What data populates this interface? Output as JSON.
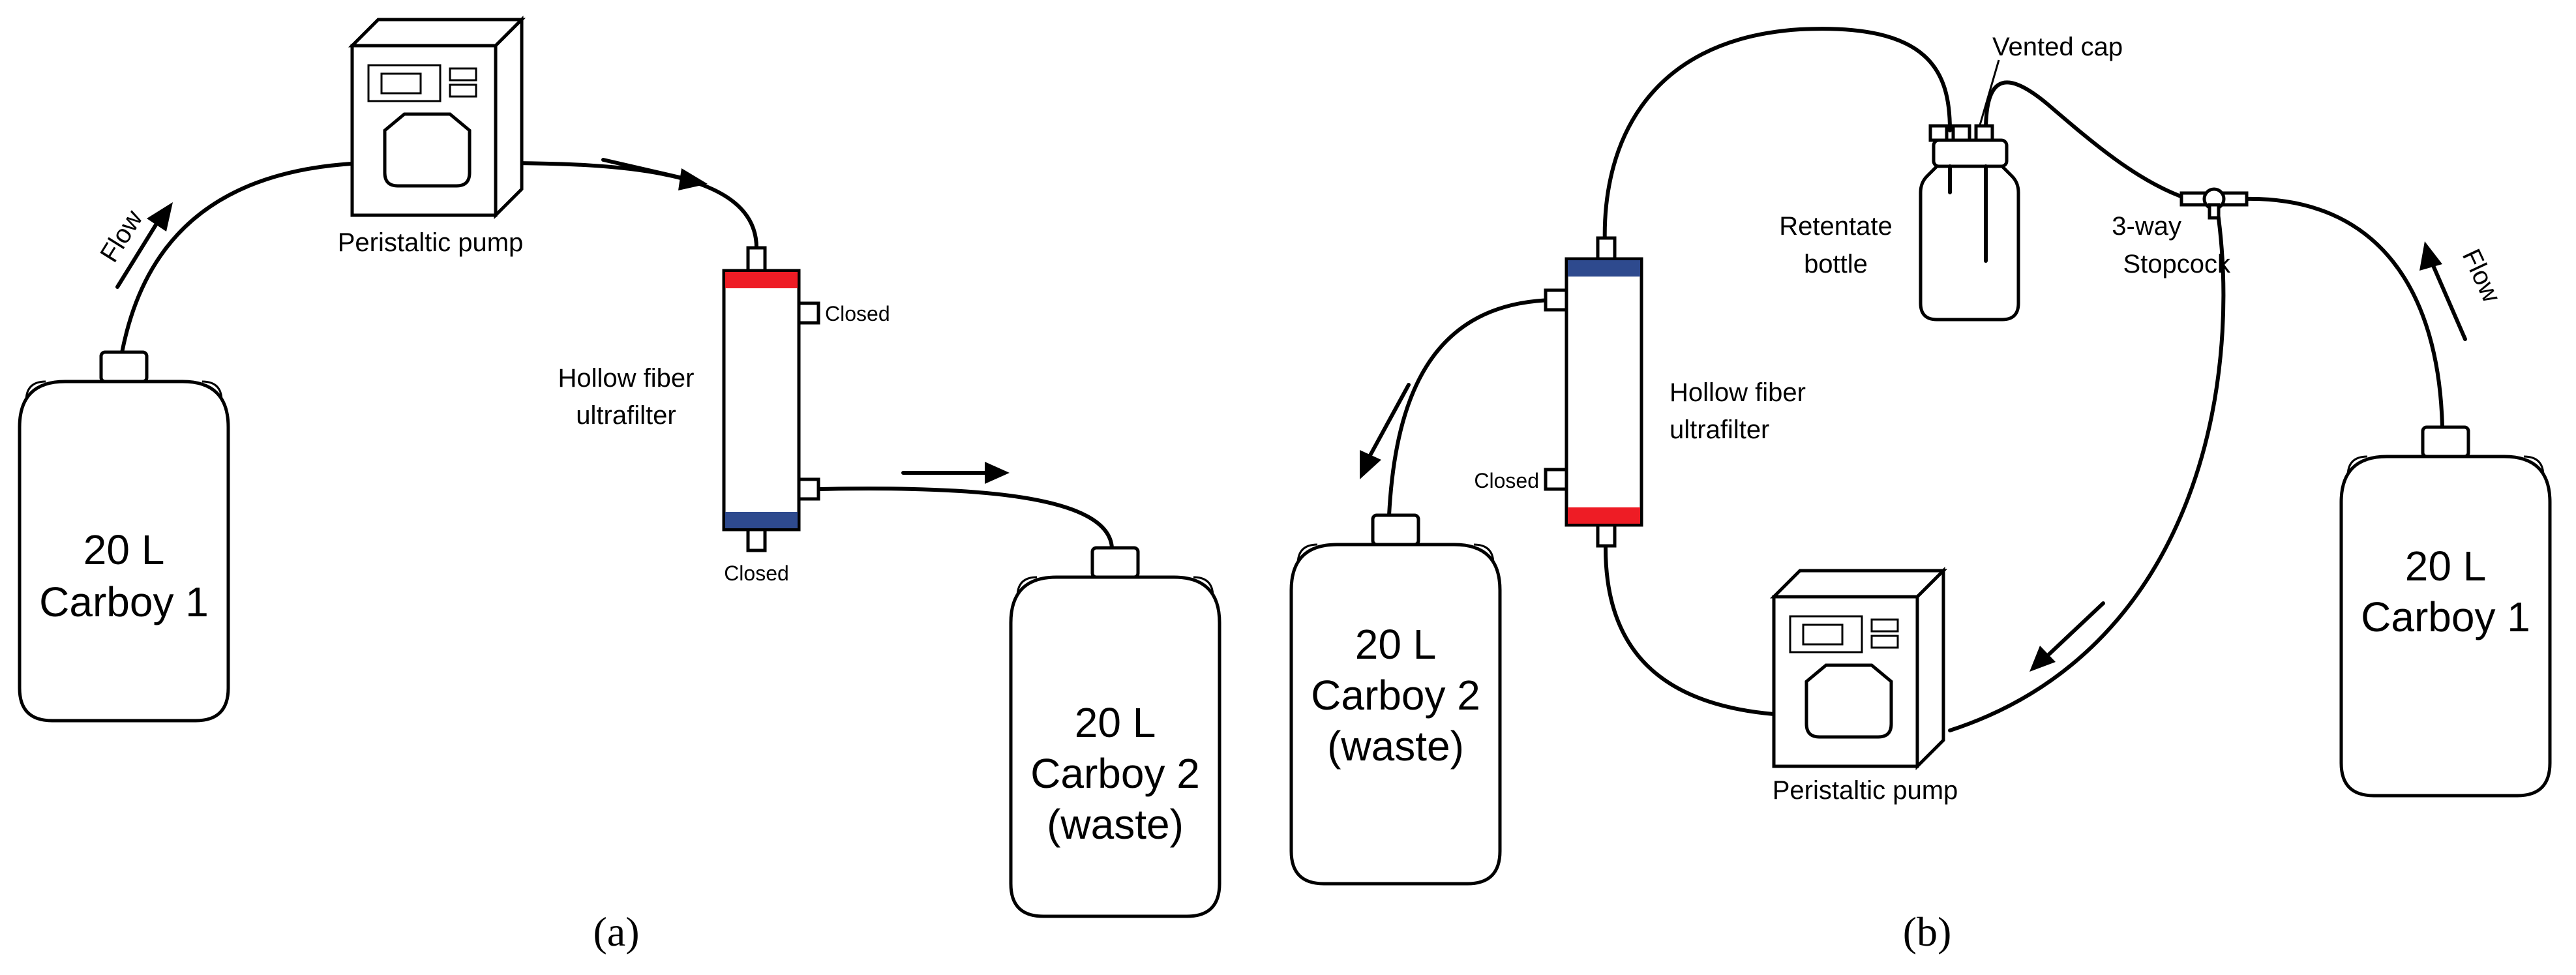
{
  "colors": {
    "inlet_cap": "#ee1c25",
    "outlet_cap": "#2e4a8e",
    "line": "#000000",
    "background": "#ffffff"
  },
  "panel_a": {
    "caption": "(a)",
    "carboy1_line1": "20 L",
    "carboy1_line2": "Carboy 1",
    "carboy2_line1": "20 L",
    "carboy2_line2": "Carboy 2",
    "carboy2_line3": "(waste)",
    "pump_label": "Peristaltic pump",
    "filter_label_line1": "Hollow fiber",
    "filter_label_line2": "ultrafilter",
    "closed_upper": "Closed",
    "closed_bottom": "Closed",
    "flow_label": "Flow"
  },
  "panel_b": {
    "caption": "(b)",
    "carboy2_line1": "20 L",
    "carboy2_line2": "Carboy 2",
    "carboy2_line3": "(waste)",
    "carboy1_line1": "20 L",
    "carboy1_line2": "Carboy 1",
    "pump_label": "Peristaltic pump",
    "filter_label_line1": "Hollow fiber",
    "filter_label_line2": "ultrafilter",
    "closed_label": "Closed",
    "bottle_label_line1": "Retentate",
    "bottle_label_line2": "bottle",
    "vent_label": "Vented cap",
    "stopcock_line1": "3-way",
    "stopcock_line2": "Stopcock",
    "flow_label": "Flow"
  }
}
